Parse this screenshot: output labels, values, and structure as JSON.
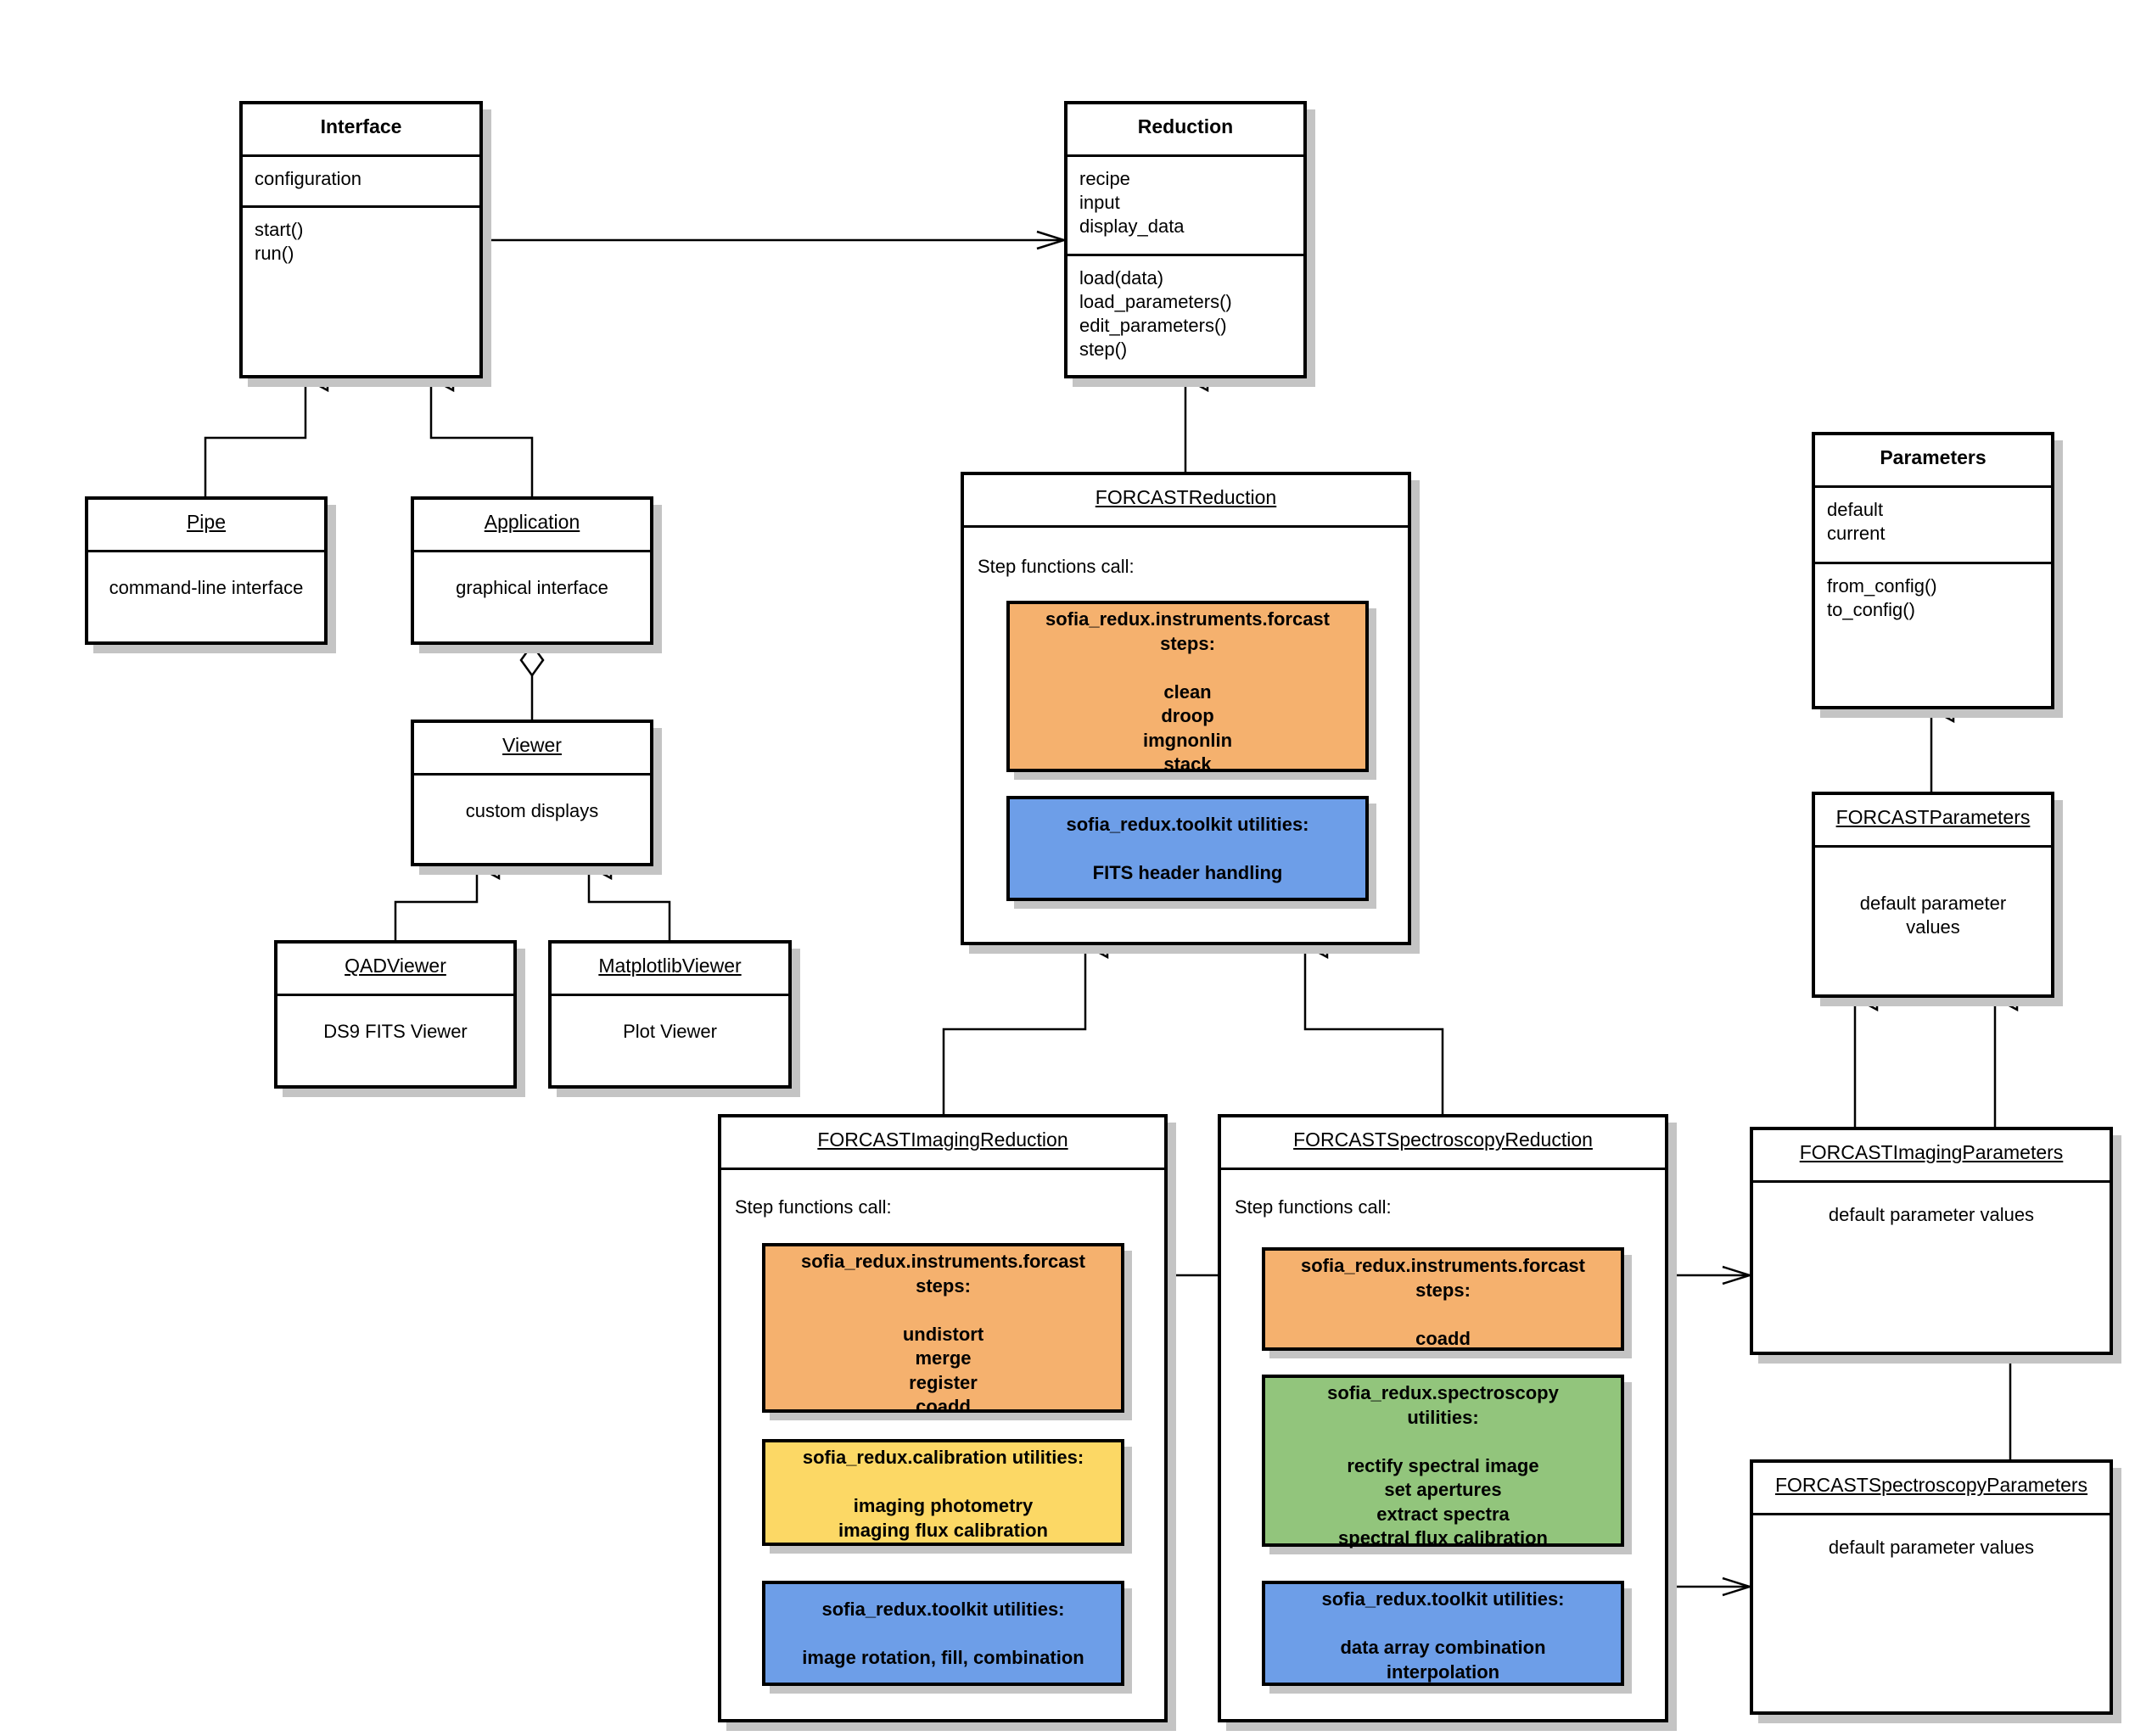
{
  "interface": {
    "title": "Interface",
    "attributes": [
      "configuration"
    ],
    "methods": [
      "start()",
      "run()"
    ]
  },
  "reduction": {
    "title": "Reduction",
    "attributes": [
      "recipe",
      "input",
      "display_data"
    ],
    "methods": [
      "load(data)",
      "load_parameters()",
      "edit_parameters()",
      "step()"
    ]
  },
  "parameters": {
    "title": "Parameters",
    "attributes": [
      "default",
      "current"
    ],
    "methods": [
      "from_config()",
      "to_config()"
    ]
  },
  "pipe": {
    "title": "Pipe",
    "body": "command-line interface"
  },
  "application": {
    "title": "Application",
    "body": "graphical interface"
  },
  "viewer": {
    "title": "Viewer",
    "body": "custom displays"
  },
  "qadviewer": {
    "title": "QADViewer",
    "body": "DS9 FITS Viewer"
  },
  "matplotlibviewer": {
    "title": "MatplotlibViewer",
    "body": "Plot Viewer"
  },
  "forcast_reduction": {
    "title": "FORCASTReduction",
    "step_label": "Step functions call:",
    "steps_box": {
      "heading": [
        "sofia_redux.instruments.forcast",
        "steps:"
      ],
      "items": [
        "clean",
        "droop",
        "imgnonlin",
        "stack"
      ]
    },
    "toolkit_box": {
      "heading": [
        "sofia_redux.toolkit utilities:"
      ],
      "items": [
        "FITS header handling"
      ]
    }
  },
  "forcast_imaging_reduction": {
    "title": "FORCASTImagingReduction",
    "step_label": "Step functions call:",
    "steps_box": {
      "heading": [
        "sofia_redux.instruments.forcast",
        "steps:"
      ],
      "items": [
        "undistort",
        "merge",
        "register",
        "coadd"
      ]
    },
    "calibration_box": {
      "heading": [
        "sofia_redux.calibration utilities:"
      ],
      "items": [
        "imaging photometry",
        "imaging flux calibration"
      ]
    },
    "toolkit_box": {
      "heading": [
        "sofia_redux.toolkit utilities:"
      ],
      "items": [
        "image rotation, fill, combination"
      ]
    }
  },
  "forcast_spectroscopy_reduction": {
    "title": "FORCASTSpectroscopyReduction",
    "step_label": "Step functions call:",
    "steps_box": {
      "heading": [
        "sofia_redux.instruments.forcast",
        "steps:"
      ],
      "items": [
        "coadd"
      ]
    },
    "spectroscopy_box": {
      "heading": [
        "sofia_redux.spectroscopy",
        "utilities:"
      ],
      "items": [
        "rectify spectral image",
        "set apertures",
        "extract spectra",
        "spectral flux calibration"
      ]
    },
    "toolkit_box": {
      "heading": [
        "sofia_redux.toolkit utilities:"
      ],
      "items": [
        "data array combination",
        "interpolation"
      ]
    }
  },
  "forcast_parameters": {
    "title": "FORCASTParameters",
    "body": [
      "default parameter",
      "values"
    ]
  },
  "forcast_imaging_parameters": {
    "title": "FORCASTImagingParameters",
    "body": "default parameter values"
  },
  "forcast_spectroscopy_parameters": {
    "title": "FORCASTSpectroscopyParameters",
    "body": "default parameter values"
  },
  "colors": {
    "steps": "#f5b16e",
    "toolkit": "#6d9ee8",
    "spectroscopy": "#92c57c",
    "calibration": "#fcd865",
    "shadow": "#c4c4c4"
  }
}
